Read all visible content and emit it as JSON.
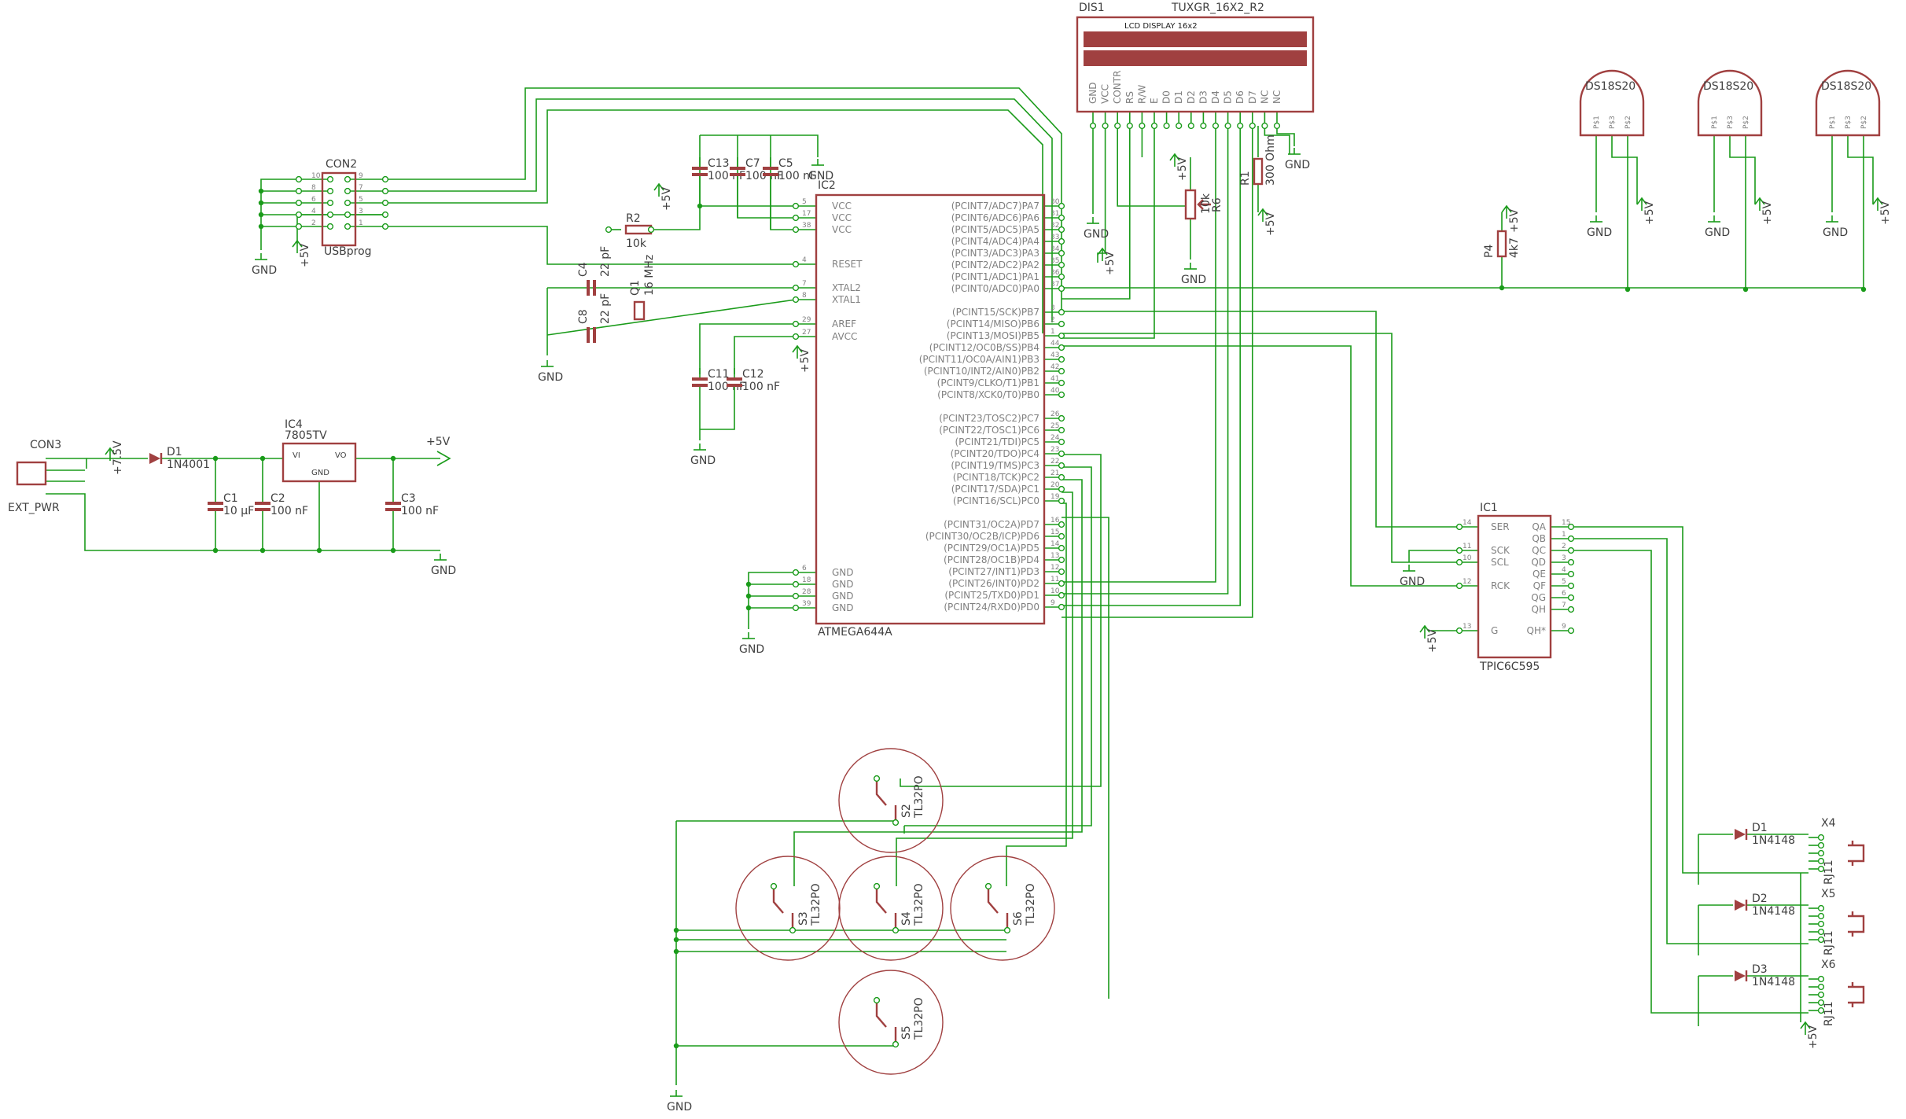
{
  "display": {
    "ref": "DIS1",
    "part": "TUXGR_16X2_R2",
    "title": "LCD DISPLAY 16x2",
    "pins": [
      "GND",
      "VCC",
      "CONTR",
      "RS",
      "R/W",
      "E",
      "D0",
      "D1",
      "D2",
      "D3",
      "D4",
      "D5",
      "D6",
      "D7",
      "NC",
      "NC"
    ]
  },
  "mcu": {
    "ref": "IC2",
    "part": "ATMEGA644A",
    "left_pins": [
      "VCC",
      "VCC",
      "VCC",
      "RESET",
      "XTAL2",
      "XTAL1",
      "AREF",
      "AVCC",
      "GND",
      "GND",
      "GND",
      "GND"
    ],
    "right_pins": [
      "(PCINT7/ADC7)PA7",
      "(PCINT6/ADC6)PA6",
      "(PCINT5/ADC5)PA5",
      "(PCINT4/ADC4)PA4",
      "(PCINT3/ADC3)PA3",
      "(PCINT2/ADC2)PA2",
      "(PCINT1/ADC1)PA1",
      "(PCINT0/ADC0)PA0",
      "(PCINT15/SCK)PB7",
      "(PCINT14/MISO)PB6",
      "(PCINT13/MOSI)PB5",
      "(PCINT12/OC0B/SS)PB4",
      "(PCINT11/OC0A/AIN1)PB3",
      "(PCINT10/INT2/AIN0)PB2",
      "(PCINT9/CLKO/T1)PB1",
      "(PCINT8/XCK0/T0)PB0",
      "(PCINT23/TOSC2)PC7",
      "(PCINT22/TOSC1)PC6",
      "(PCINT21/TDI)PC5",
      "(PCINT20/TDO)PC4",
      "(PCINT19/TMS)PC3",
      "(PCINT18/TCK)PC2",
      "(PCINT17/SDA)PC1",
      "(PCINT16/SCL)PC0",
      "(PCINT31/OC2A)PD7",
      "(PCINT30/OC2B/ICP)PD6",
      "(PCINT29/OC1A)PD5",
      "(PCINT28/OC1B)PD4",
      "(PCINT27/INT1)PD3",
      "(PCINT26/INT0)PD2",
      "(PCINT25/TXD0)PD1",
      "(PCINT24/RXD0)PD0"
    ],
    "left_numbers": [
      "5",
      "17",
      "38",
      "4",
      "7",
      "8",
      "29",
      "27",
      "6",
      "18",
      "28",
      "39"
    ],
    "right_numbers": [
      "30",
      "31",
      "32",
      "33",
      "34",
      "35",
      "36",
      "37",
      "3",
      "2",
      "1",
      "44",
      "43",
      "42",
      "41",
      "40",
      "26",
      "25",
      "24",
      "23",
      "22",
      "21",
      "20",
      "19",
      "16",
      "15",
      "14",
      "13",
      "12",
      "11",
      "10",
      "9"
    ]
  },
  "shift_register": {
    "ref": "IC1",
    "part": "TPIC6C595",
    "left_pins": [
      "SER",
      "SCK",
      "SCL",
      "RCK",
      "G"
    ],
    "left_numbers": [
      "14",
      "11",
      "10",
      "12",
      "13"
    ],
    "right_pins": [
      "QA",
      "QB",
      "QC",
      "QD",
      "QE",
      "QF",
      "QG",
      "QH",
      "QH*"
    ],
    "right_numbers": [
      "15",
      "1",
      "2",
      "3",
      "4",
      "5",
      "6",
      "7",
      "9"
    ]
  },
  "regulator": {
    "ref": "IC4",
    "part": "7805TV",
    "pins": [
      "VI",
      "VO",
      "GND"
    ]
  },
  "usb": {
    "ref": "CON2",
    "part": "USBprog",
    "numbers": [
      "10",
      "8",
      "6",
      "4",
      "2",
      "9",
      "7",
      "5",
      "3",
      "1"
    ]
  },
  "power_jack": {
    "ref": "CON3",
    "part": "EXT_PWR"
  },
  "sensors": [
    {
      "ref": "DS18S20",
      "pins": [
        "P$1",
        "P$3",
        "P$2"
      ]
    },
    {
      "ref": "DS18S20",
      "pins": [
        "P$1",
        "P$3",
        "P$2"
      ]
    },
    {
      "ref": "DS18S20",
      "pins": [
        "P$1",
        "P$3",
        "P$2"
      ]
    }
  ],
  "switches": [
    {
      "ref": "S2",
      "part": "TL32PO"
    },
    {
      "ref": "S3",
      "part": "TL32PO"
    },
    {
      "ref": "S4",
      "part": "TL32PO"
    },
    {
      "ref": "S6",
      "part": "TL32PO"
    },
    {
      "ref": "S5",
      "part": "TL32PO"
    }
  ],
  "passives": {
    "c13": "C13",
    "c13_val": "100 nF",
    "c7": "C7",
    "c7_val": "100 nF",
    "c5": "C5",
    "c5_val": "100 nF",
    "c4": "C4",
    "c4_val": "22 pF",
    "c8": "C8",
    "c8_val": "22 pF",
    "q": "Q1",
    "q_val": "16 MHz",
    "c11": "C11",
    "c11_val": "100 nF",
    "c12": "C12",
    "c12_val": "100 nF",
    "r2": "R2",
    "r2_val": "10k",
    "c1": "C1",
    "c1_val": "10 µF",
    "c2": "C2",
    "c2_val": "100 nF",
    "c3": "C3",
    "c3_val": "100 nF",
    "d1": "D1",
    "d1_val": "1N4001",
    "r1": "R1",
    "r1_val": "300 Ohm",
    "r6": "R6",
    "r6_val": "10k",
    "p4": "P4",
    "p4_val": "4k7"
  },
  "jacks": [
    {
      "ref": "X4",
      "diode": "D1",
      "diode_val": "1N4148",
      "part": "RJ11"
    },
    {
      "ref": "X5",
      "diode": "D2",
      "diode_val": "1N4148",
      "part": "RJ11"
    },
    {
      "ref": "X6",
      "diode": "D3",
      "diode_val": "1N4148",
      "part": "RJ11"
    }
  ],
  "nets": {
    "gnd": "GND",
    "vcc": "+5V",
    "vin": "+7.5V"
  },
  "colors": {
    "wire": "#1a9b1a",
    "component": "#a04040",
    "label": "#404040",
    "pin": "#808080",
    "background": "#ffffff"
  }
}
